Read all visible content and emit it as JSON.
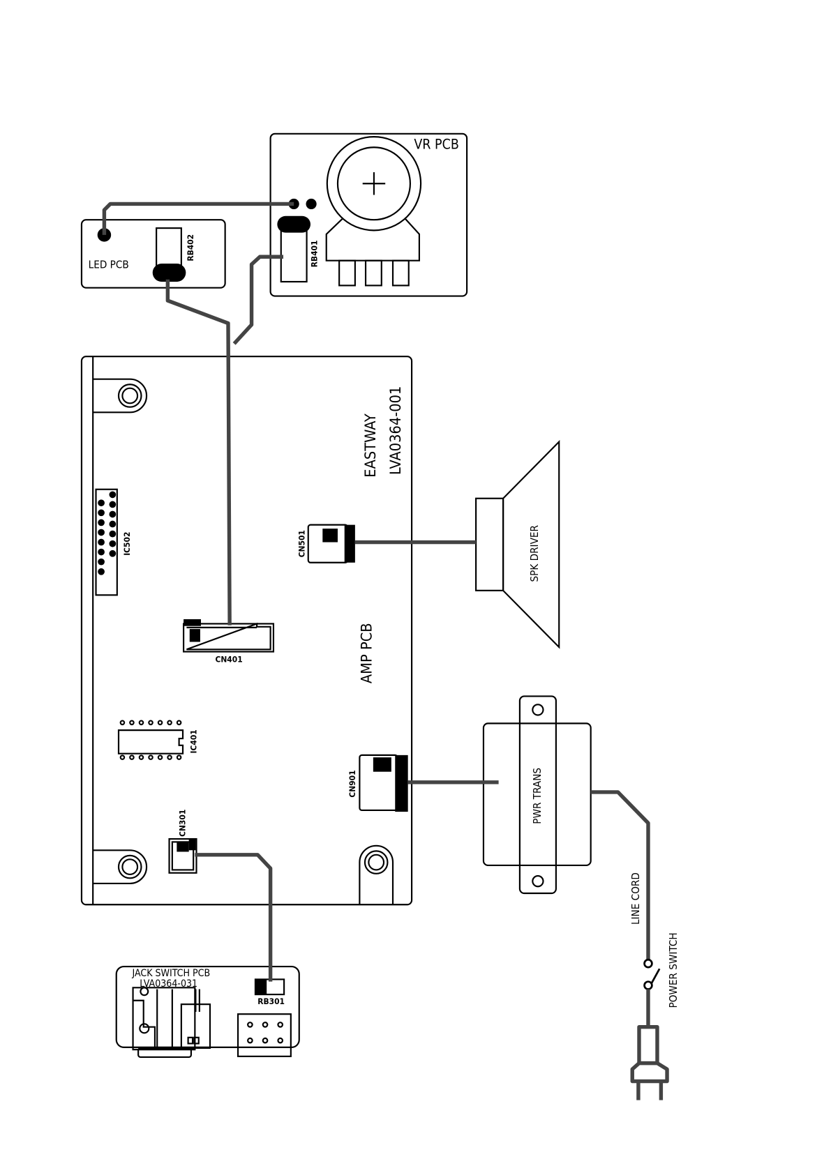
{
  "boards": {
    "vr_pcb": {
      "label": "VR PCB",
      "connector": "RB401"
    },
    "led_pcb": {
      "label": "LED PCB",
      "connector": "RB402"
    },
    "amp_pcb": {
      "label": "AMP PCB",
      "maker": "EASTWAY",
      "part_no": "LVA0364-001",
      "components": [
        "IC502",
        "CN401",
        "CN501",
        "IC401",
        "CN901",
        "CN301"
      ]
    },
    "jack_switch_pcb": {
      "label": "JACK SWITCH PCB",
      "part_no": "LVA0364-031",
      "connector": "RB301"
    }
  },
  "parts": {
    "speaker": "SPK DRIVER",
    "transformer": "PWR TRANS",
    "line_cord": "LINE CORD",
    "power_switch": "POWER SWITCH"
  },
  "colors": {
    "wire": "#444444",
    "outline": "#000000"
  }
}
